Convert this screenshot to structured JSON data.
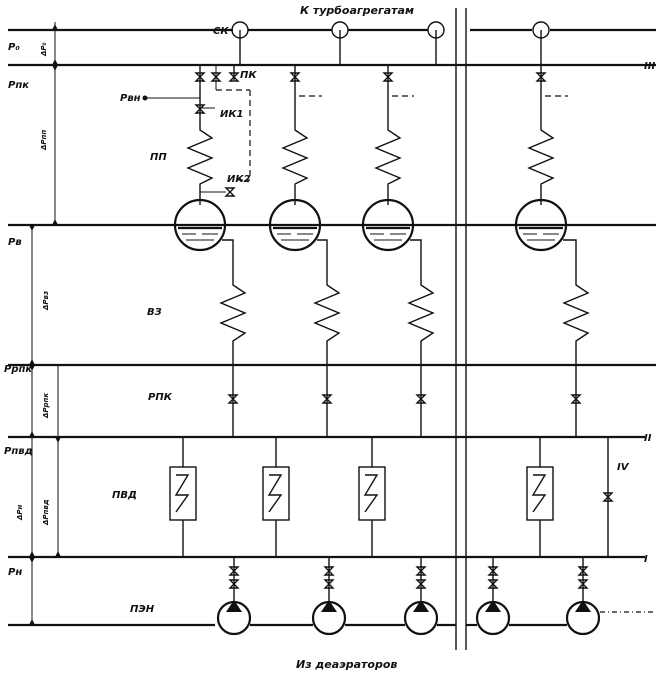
{
  "top_caption": "К турбоагрегатам",
  "bottom_caption": "Из деаэраторов",
  "labels": {
    "sk": "СК",
    "pk": "ПК",
    "ik1": "ИК1",
    "ik2": "ИК2",
    "pp": "ПП",
    "vz": "ВЗ",
    "rpk": "РПК",
    "pvd": "ПВД",
    "pen": "ПЭН"
  },
  "left_pressures": {
    "p0": "P₀",
    "ppk": "Pпк",
    "pv": "Pв",
    "prpk": "Pрпк",
    "ppvd": "Pпвд",
    "pn": "Pн"
  },
  "vertical_deltas": {
    "dp0": "ΔP₀",
    "dppp": "ΔPпп",
    "dpvz": "ΔPвз",
    "dprpk": "ΔPрпк",
    "dpn": "ΔPн",
    "dppvd": "ΔPпвд"
  },
  "side_pressure": "Pвн",
  "roman": {
    "iii": "III",
    "ii": "II",
    "iv": "IV",
    "i": "I"
  }
}
